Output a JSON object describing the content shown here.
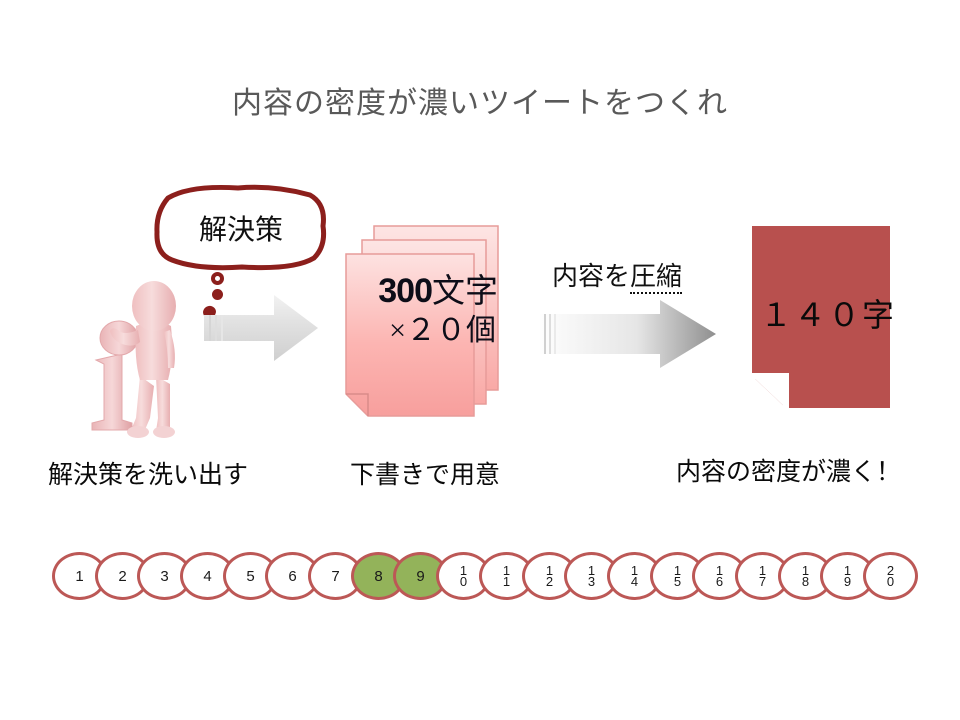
{
  "slide": {
    "title": "内容の密度が濃いツイートをつくれ",
    "background_color": "#ffffff",
    "title_color": "#595959"
  },
  "thought_bubble": {
    "text": "解決策",
    "outline_color": "#8c1f1c",
    "fill_color": "#ffffff",
    "dots_icon": "thought-dots"
  },
  "person": {
    "icon": "person-with-information-i-icon",
    "color": "#f2cfd0"
  },
  "flow": {
    "arrow1": {
      "icon": "right-arrow-icon",
      "label": ""
    },
    "arrow2": {
      "icon": "right-arrow-icon",
      "label_plain": "内容を",
      "label_emphasis": "圧縮"
    }
  },
  "papers": {
    "icon": "stacked-documents-icon",
    "line1_number": "300",
    "line1_unit": "文字",
    "line2": "×２０個",
    "fill_color": "#f9a9a5"
  },
  "red_document": {
    "icon": "document-folded-corner-icon",
    "text": "１４０字",
    "fill_color": "#b8504e"
  },
  "captions": [
    {
      "text": "解決策を洗い出す"
    },
    {
      "text": "下書きで用意"
    },
    {
      "text": "内容の密度が濃く！"
    }
  ],
  "step_track": {
    "active_color": "#93b35a",
    "inactive_color": "#ffffff",
    "border_color": "#bc5856",
    "steps": [
      {
        "label": "1",
        "active": false
      },
      {
        "label": "2",
        "active": false
      },
      {
        "label": "3",
        "active": false
      },
      {
        "label": "4",
        "active": false
      },
      {
        "label": "5",
        "active": false
      },
      {
        "label": "6",
        "active": false
      },
      {
        "label": "7",
        "active": false
      },
      {
        "label": "8",
        "active": true
      },
      {
        "label": "9",
        "active": true
      },
      {
        "label": "10",
        "active": false
      },
      {
        "label": "11",
        "active": false
      },
      {
        "label": "12",
        "active": false
      },
      {
        "label": "13",
        "active": false
      },
      {
        "label": "14",
        "active": false
      },
      {
        "label": "15",
        "active": false
      },
      {
        "label": "16",
        "active": false
      },
      {
        "label": "17",
        "active": false
      },
      {
        "label": "18",
        "active": false
      },
      {
        "label": "19",
        "active": false
      },
      {
        "label": "20",
        "active": false
      }
    ]
  }
}
